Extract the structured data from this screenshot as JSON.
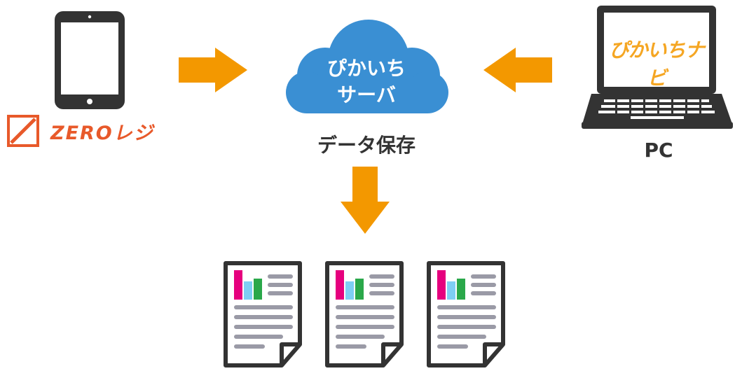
{
  "tablet": {
    "brand_label": "ZEROレジ"
  },
  "cloud": {
    "line1": "ぴかいち",
    "line2": "サーバ",
    "caption": "データ保存"
  },
  "pc": {
    "screen_logo": "ぴかいちナビ",
    "label": "PC"
  },
  "colors": {
    "arrow": "#f39800",
    "cloud": "#3a8fd3",
    "brand_orange": "#e8592a",
    "report_magenta": "#e6007e",
    "report_cyan": "#7ecef4",
    "report_green": "#2aa84a",
    "report_line": "#9a9aa6"
  },
  "reports": [
    {},
    {},
    {}
  ]
}
